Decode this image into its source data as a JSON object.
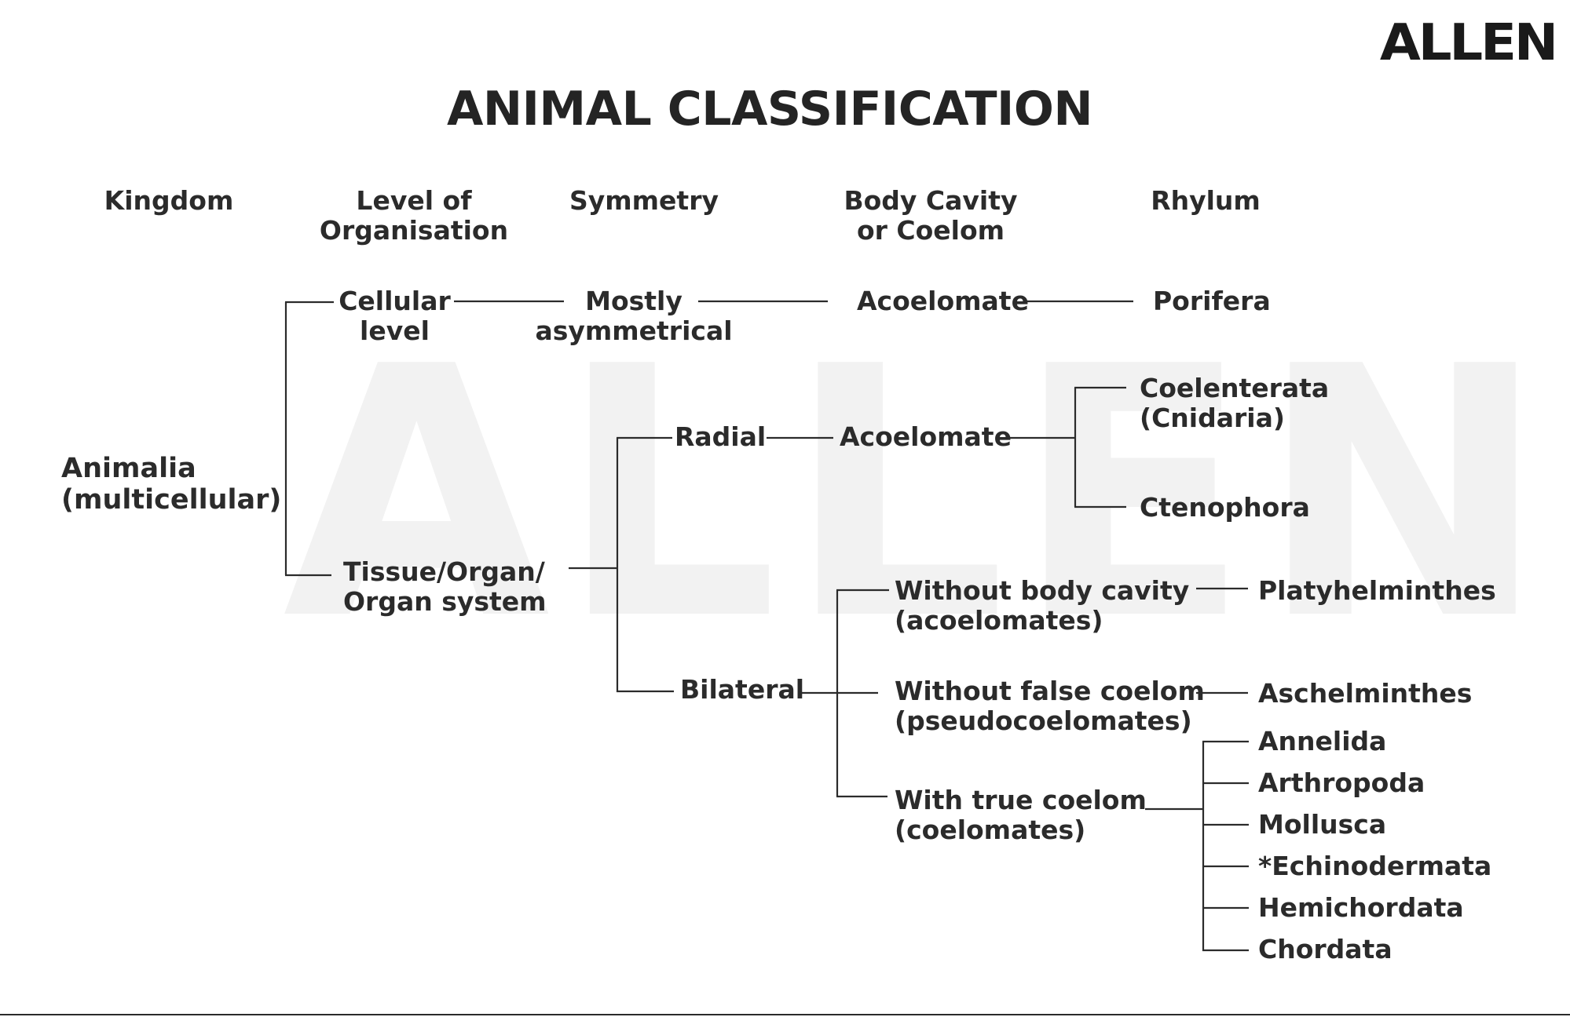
{
  "brand": "ALLEN",
  "title": "ANIMAL CLASSIFICATION",
  "headers": {
    "kingdom": "Kingdom",
    "level": "Level of\nOrganisation",
    "symmetry": "Symmetry",
    "body_cavity": "Body Cavity\nor Coelom",
    "phylum": "Rhylum"
  },
  "kingdom": "Animalia\n(multicellular)",
  "levels": {
    "cellular": "Cellular\nlevel",
    "tissue": "Tissue/Organ/\nOrgan system"
  },
  "symmetry": {
    "asym": "Mostly\nasymmetrical",
    "radial": "Radial",
    "bilateral": "Bilateral"
  },
  "cavity": {
    "acoelomate_top": "Acoelomate",
    "acoelomate_radial": "Acoelomate",
    "without_body_cavity": "Without body cavity\n(acoelomates)",
    "without_false_coelom": "Without false coelom\n(pseudocoelomates)",
    "with_true_coelom": "With true coelom\n(coelomates)"
  },
  "phyla": {
    "porifera": "Porifera",
    "coelenterata": "Coelenterata\n(Cnidaria)",
    "ctenophora": "Ctenophora",
    "platyhelminthes": "Platyhelminthes",
    "aschelminthes": "Aschelminthes",
    "coelomates": [
      "Annelida",
      "Arthropoda",
      "Mollusca",
      "*Echinodermata",
      "Hemichordata",
      "Chordata"
    ]
  },
  "colors": {
    "ink": "#2b2b2b",
    "watermark": "#f2f2f2",
    "background": "#ffffff"
  }
}
